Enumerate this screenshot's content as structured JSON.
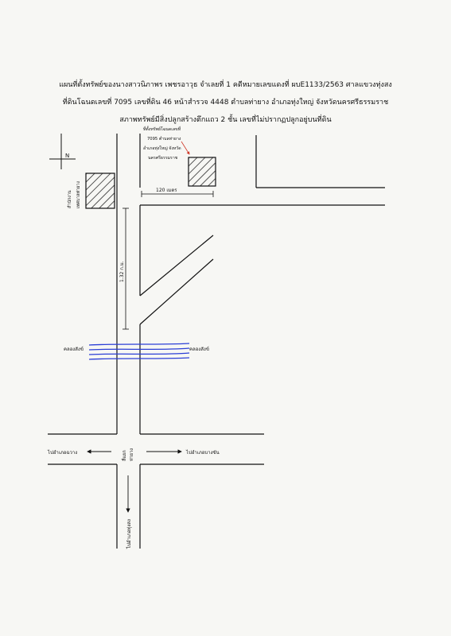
{
  "header": {
    "line1": "แผนที่ตั้งทรัพย์ของนางสาวนิภาพร เพชรอาวุธ จำเลยที่ 1 คดีหมายเลขแดงที่ ผบE1133/2563 ศาลแขวงทุ่งสง",
    "line2": "ที่ดินโฉนดเลขที่ 7095 เลขที่ดิน 46 หน้าสำรวจ 4448 ตำบลท่ายาง อำเภอทุ่งใหญ่ จังหวัดนครศรีธรรมราช",
    "line3": "สภาพทรัพย์มีสิ่งปลูกสร้างตึกแถว 2 ชั้น เลขที่ไม่ปรากฏปลูกอยู่บนที่ดิน"
  },
  "map": {
    "north_label": "N",
    "parcel_label_lines": [
      "ที่ตั้งทรัพย์โฉนดเลขที่",
      "7095 ตำบลท่ายาง",
      "อำเภอทุ่งใหญ่ จังหวัด",
      "นครศรีธรรมราช"
    ],
    "distance_top": "120 เมตร",
    "distance_vertical": "1.32 ก.ม.",
    "office_label": "สำนักงาน",
    "office_label2": "เทศบาลท่ายาง",
    "canal_left": "คลองสังข์",
    "canal_right": "คลองสังข์",
    "junction_label1": "สี่แยก",
    "junction_label2": "ท่ายาง",
    "to_left": "ไปอำเภอฉวาง",
    "to_right": "ไปอำเภอบางขัน",
    "to_bottom": "ไปอำเภอทุ่งสง",
    "colors": {
      "canal": "#2c3fd6",
      "arrow": "#d03a2a",
      "ink": "#111111"
    }
  }
}
